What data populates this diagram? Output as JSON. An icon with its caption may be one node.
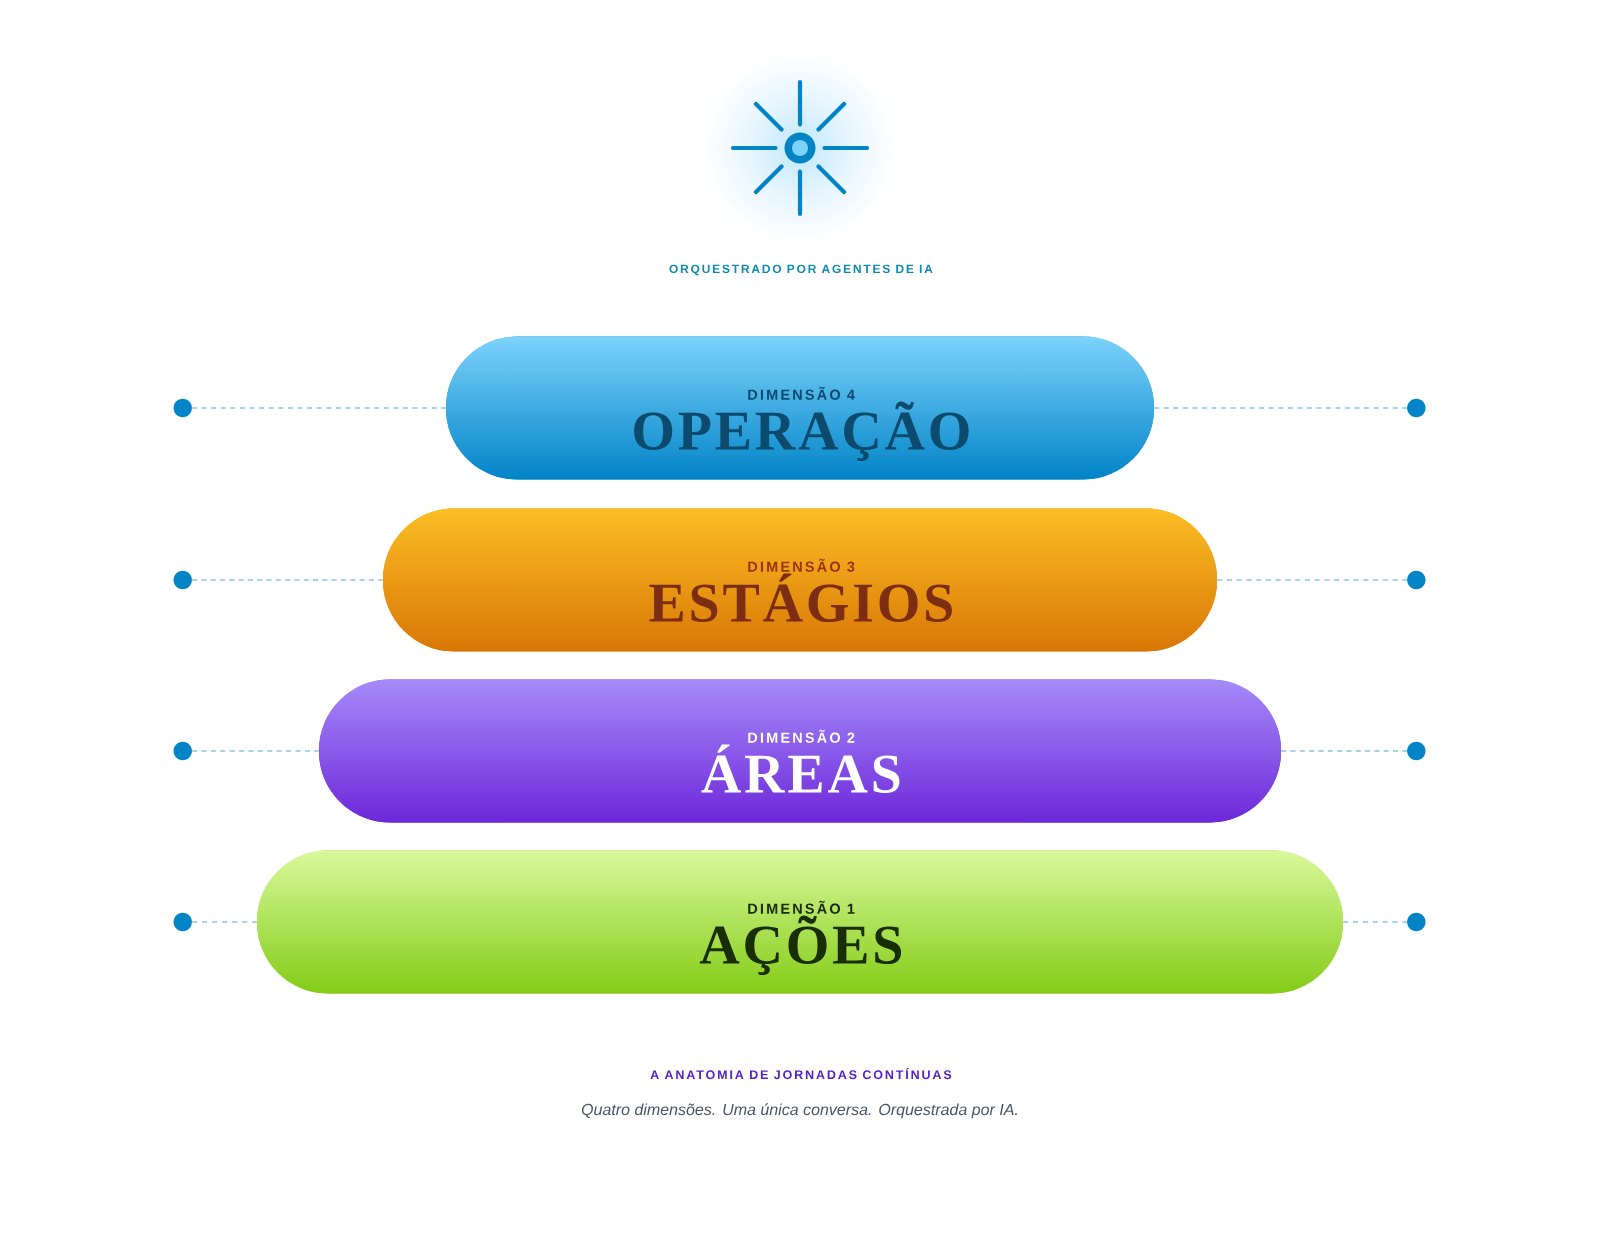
{
  "diagram": {
    "title": "A ANATOMIA DE JORNADAS CONTÍNUAS",
    "caption": "Quatro dimensões. Uma única conversa. Orquestrada por IA.",
    "nodes": [
      {
        "text": [],
        "shape": "circle"
      },
      {
        "text": [
          "DIMENSÃO 4",
          "OPERAÇÃO"
        ]
      },
      {
        "text": [],
        "shape": "circle"
      },
      {
        "text": [],
        "shape": "circle"
      },
      {
        "text": [
          "DIMENSÃO 3",
          "ESTÁGIOS"
        ]
      },
      {
        "text": [],
        "shape": "circle"
      },
      {
        "text": [],
        "shape": "circle"
      },
      {
        "text": [
          "DIMENSÃO 2",
          "ÁREAS"
        ]
      },
      {
        "text": [],
        "shape": "circle"
      },
      {
        "text": [],
        "shape": "circle"
      },
      {
        "text": [
          "DIMENSÃO 1",
          "AÇÕES"
        ]
      },
      {
        "text": [],
        "shape": "circle"
      }
    ],
    "edges": [
      {
        "from": 0,
        "to": 1,
        "arrow": "none",
        "style": "dashed"
      },
      {
        "from": 1,
        "to": 2,
        "arrow": "none",
        "style": "dashed"
      },
      {
        "from": 3,
        "to": 4,
        "arrow": "none",
        "style": "dashed"
      },
      {
        "from": 4,
        "to": 5,
        "arrow": "none",
        "style": "dashed"
      },
      {
        "from": 6,
        "to": 7,
        "arrow": "none",
        "style": "dashed"
      },
      {
        "from": 7,
        "to": 8,
        "arrow": "none",
        "style": "dashed"
      },
      {
        "from": 9,
        "to": 10,
        "arrow": "none",
        "style": "dashed"
      },
      {
        "from": 10,
        "to": 11,
        "arrow": "none",
        "style": "dashed"
      }
    ],
    "labels": [
      "ORQUESTRADO POR AGENTES DE IA"
    ]
  }
}
